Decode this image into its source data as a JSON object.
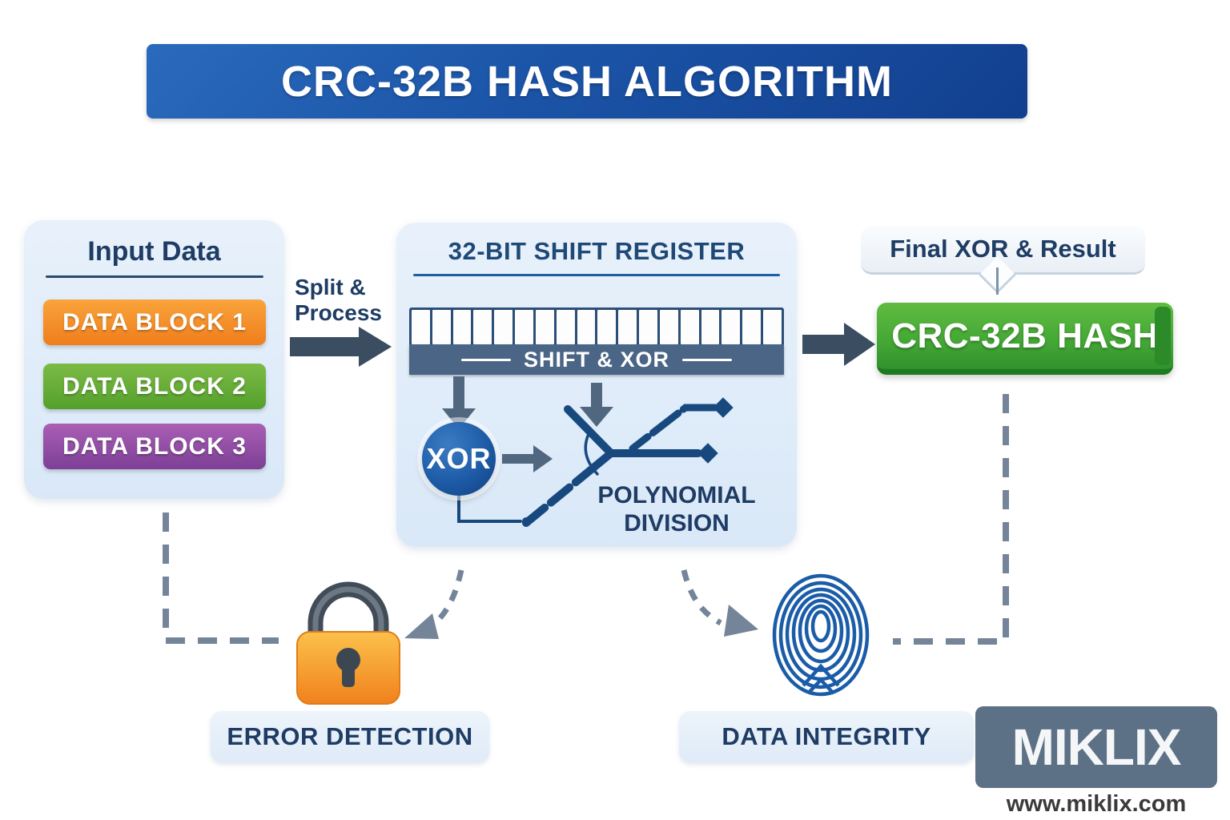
{
  "title": "CRC-32B HASH ALGORITHM",
  "input_panel": {
    "title": "Input Data",
    "blocks": [
      {
        "label": "DATA BLOCK 1",
        "color": "#ef7d1b"
      },
      {
        "label": "DATA BLOCK 2",
        "color": "#54a02c"
      },
      {
        "label": "DATA BLOCK 3",
        "color": "#7d3f96"
      }
    ]
  },
  "split_arrow": {
    "label": "Split &\nProcess"
  },
  "register_panel": {
    "title": "32-BIT SHIFT REGISTER",
    "cell_count": 18,
    "bar_label": "SHIFT & XOR",
    "xor_label": "XOR",
    "poly_label": "POLYNOMIAL\nDIVISION"
  },
  "result": {
    "tooltip_label": "Final XOR & Result",
    "hash_label": "CRC-32B HASH",
    "hash_color": "#46a936"
  },
  "outputs": {
    "error_label": "ERROR DETECTION",
    "integrity_label": "DATA INTEGRITY"
  },
  "branding": {
    "logo": "MIKLIX",
    "url": "www.miklix.com"
  },
  "colors": {
    "banner_blue": "#1b54a7",
    "panel_light_blue": "#dde9f7",
    "navy_text": "#1e3c64",
    "arrow_slate": "#3a4d61",
    "dashed_gray": "#74859a",
    "diagram_blue": "#17497f",
    "lock_orange": "#f6951f",
    "fingerprint_blue": "#1b5ca8"
  }
}
